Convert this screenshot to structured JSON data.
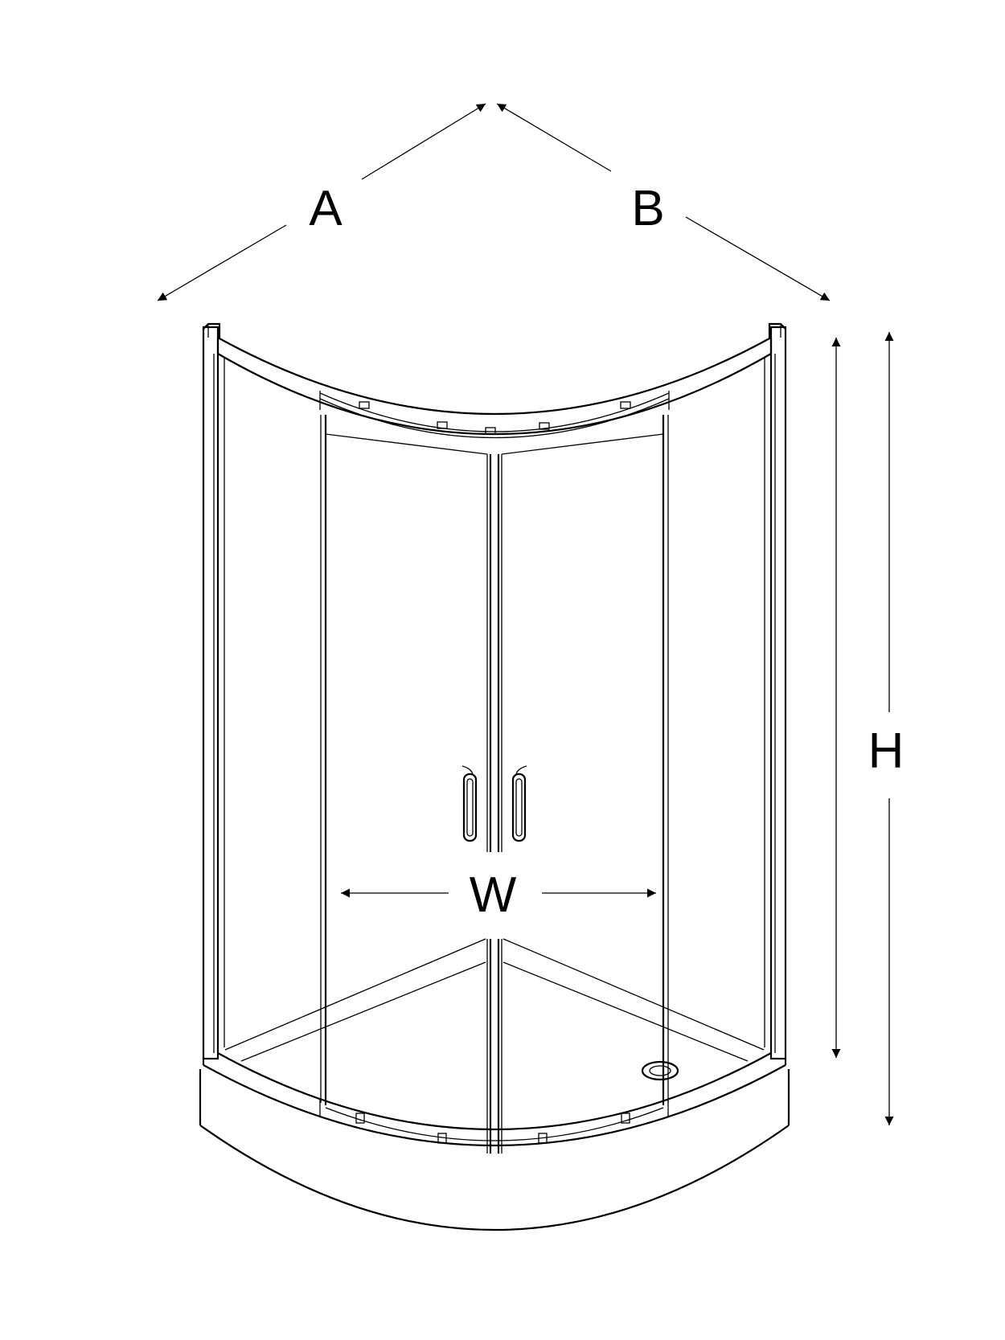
{
  "diagram": {
    "dimensions": {
      "a": "A",
      "b": "B",
      "h": "H",
      "w": "W"
    },
    "line_color": "#000000",
    "background_color": "#ffffff"
  }
}
